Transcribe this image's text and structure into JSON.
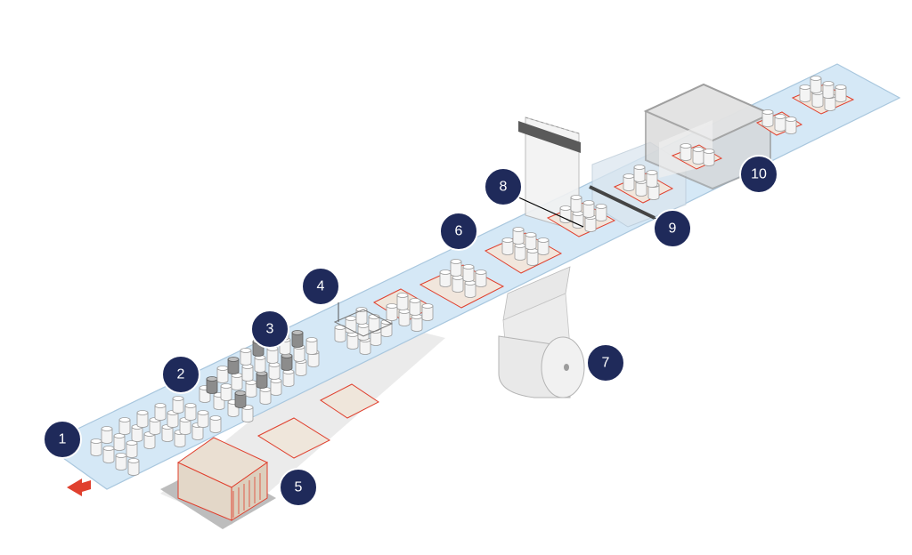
{
  "diagram": {
    "colors": {
      "conveyor": "#d5e8f6",
      "conveyor_edge": "#a9c7de",
      "badge": "#1f2a5a",
      "accent_red": "#e0402e",
      "cardboard": "#e3d7c8",
      "can": "#f4f4f4",
      "can_stroke": "#9a9a9a",
      "machine": "#cfcfcf"
    },
    "steps": [
      {
        "label": "1",
        "icon": "conveyor-infeed"
      },
      {
        "label": "2",
        "icon": "can-grouping"
      },
      {
        "label": "3",
        "icon": "lane-dividers"
      },
      {
        "label": "4",
        "icon": "can-pack"
      },
      {
        "label": "5",
        "icon": "cardboard-blank-magazine"
      },
      {
        "label": "6",
        "icon": "tray-forming"
      },
      {
        "label": "7",
        "icon": "film-roll"
      },
      {
        "label": "8",
        "icon": "film-cutter"
      },
      {
        "label": "9",
        "icon": "film-wrapping"
      },
      {
        "label": "10",
        "icon": "shrink-tunnel"
      }
    ]
  }
}
